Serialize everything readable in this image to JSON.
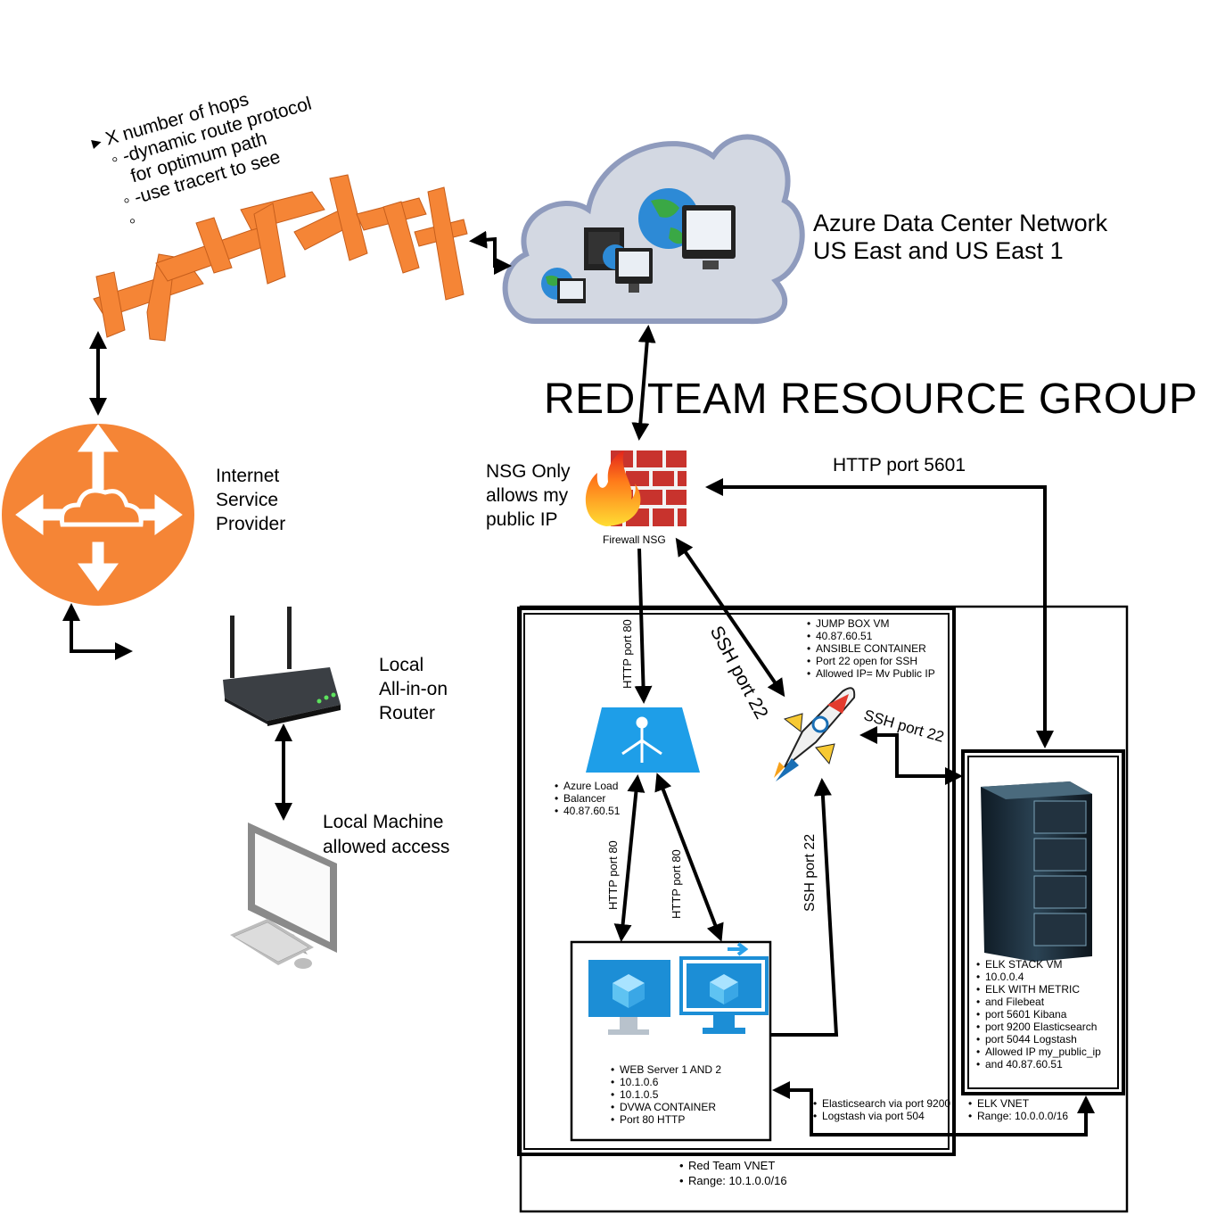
{
  "title": "RED TEAM RESOURCE GROUP",
  "azure_label": [
    "Azure Data Center Network",
    "US East and US East 1"
  ],
  "hops_notes": [
    "X number of hops",
    "-dynamic route protocol",
    "for optimum path",
    "-use tracert to see",
    ""
  ],
  "isp_label": [
    "Internet",
    "Service",
    "Provider"
  ],
  "router_label": [
    "Local",
    "All-in-on",
    "Router"
  ],
  "local_machine_label": [
    "Local Machine",
    "allowed access"
  ],
  "nsg_note": [
    "NSG Only",
    "allows my",
    "public IP"
  ],
  "firewall_caption": "Firewall NSG",
  "http_5601": "HTTP port 5601",
  "http_80_top": "HTTP port 80",
  "ssh_22_diag": "SSH port 22",
  "ssh_22_right": "SSH port 22",
  "ssh_22_vert": "SSH port 22",
  "http_80_left": "HTTP port 80",
  "http_80_right": "HTTP port 80",
  "jumpbox": [
    "JUMP BOX VM",
    "40.87.60.51",
    "ANSIBLE CONTAINER",
    "Port 22 open for SSH",
    "Allowed IP= Mv  Public  IP"
  ],
  "load_balancer": [
    "Azure Load",
    "Balancer",
    "40.87.60.51"
  ],
  "webservers": [
    "WEB Server 1 AND 2",
    "10.1.0.6",
    "10.1.0.5",
    "DVWA CONTAINER",
    "Port 80 HTTP"
  ],
  "elk_vm": [
    "ELK STACK VM",
    "10.0.0.4",
    "ELK WITH METRIC",
    "and Filebeat",
    "port 5601 Kibana",
    "port 9200 Elasticsearch",
    "port 5044 Logstash",
    "Allowed IP my_public_ip",
    "and 40.87.60.51"
  ],
  "elk_vnet": [
    "ELK VNET",
    "Range: 10.0.0.0/16"
  ],
  "elk_links": [
    "Elasticsearch via port 9200",
    "Logstash via port 504"
  ],
  "red_vnet": [
    "Red Team VNET",
    "Range: 10.1.0.0/16"
  ],
  "colors": {
    "aws_orange": "#f58536",
    "cloud_fill": "#d3d8e2",
    "cloud_stroke": "#8f9bbd",
    "azure_blue": "#1e9ee8",
    "brick": "#d9443f"
  },
  "icons": [
    "router-chain-icon",
    "cloud-icon",
    "isp-router-icon",
    "wifi-router-icon",
    "computer-icon",
    "firewall-icon",
    "load-balancer-icon",
    "vm-icon",
    "rocket-icon",
    "server-rack-icon"
  ]
}
